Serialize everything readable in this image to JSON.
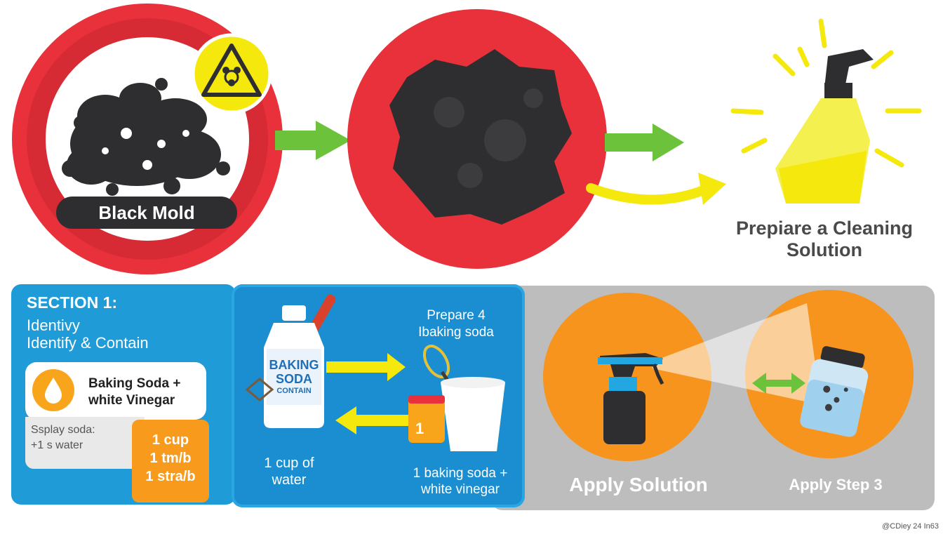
{
  "top": {
    "mold_label": "Black Mold",
    "prepare_title": "Prepiare a Cleaning Solution"
  },
  "section": {
    "title": "SECTION 1:",
    "subtitle_1": "Identivy",
    "subtitle_2": "Identify & Contain",
    "card_line_1": "Baking Soda +",
    "card_line_2": "white Vinegar",
    "mix_line_1": "Ssplay soda:",
    "mix_line_2": "+1 s water",
    "orange_lines": [
      "1 cup",
      "1 tm/b",
      "1 stra/b"
    ]
  },
  "middle": {
    "bottle_label": [
      "BAKING",
      "SODA",
      "CONTAIN"
    ],
    "top_label_1": "Prepare 4",
    "top_label_2": "Ibaking soda",
    "cup_number": "1",
    "left_label_1": "1 cup of",
    "left_label_2": "water",
    "right_label_1": "1 baking soda +",
    "right_label_2": "white vinegar"
  },
  "apply": {
    "label_1": "Apply Solution",
    "label_2": "Apply Step 3"
  },
  "footer": "@CDiey 24 In63",
  "colors": {
    "red": "#e8313a",
    "dark_red": "#b5232d",
    "green_arrow": "#6cc33b",
    "yellow": "#f5e80c",
    "blue": "#1f9bd7",
    "orange": "#f89a1c",
    "gray_panel": "#bdbdbd",
    "mold": "#2e2e30"
  },
  "icons": [
    "biohazard-warning-icon",
    "spray-bottle-icon",
    "baking-soda-bottle-icon",
    "whisk-bowl-icon",
    "water-drop-icon",
    "jar-icon"
  ]
}
